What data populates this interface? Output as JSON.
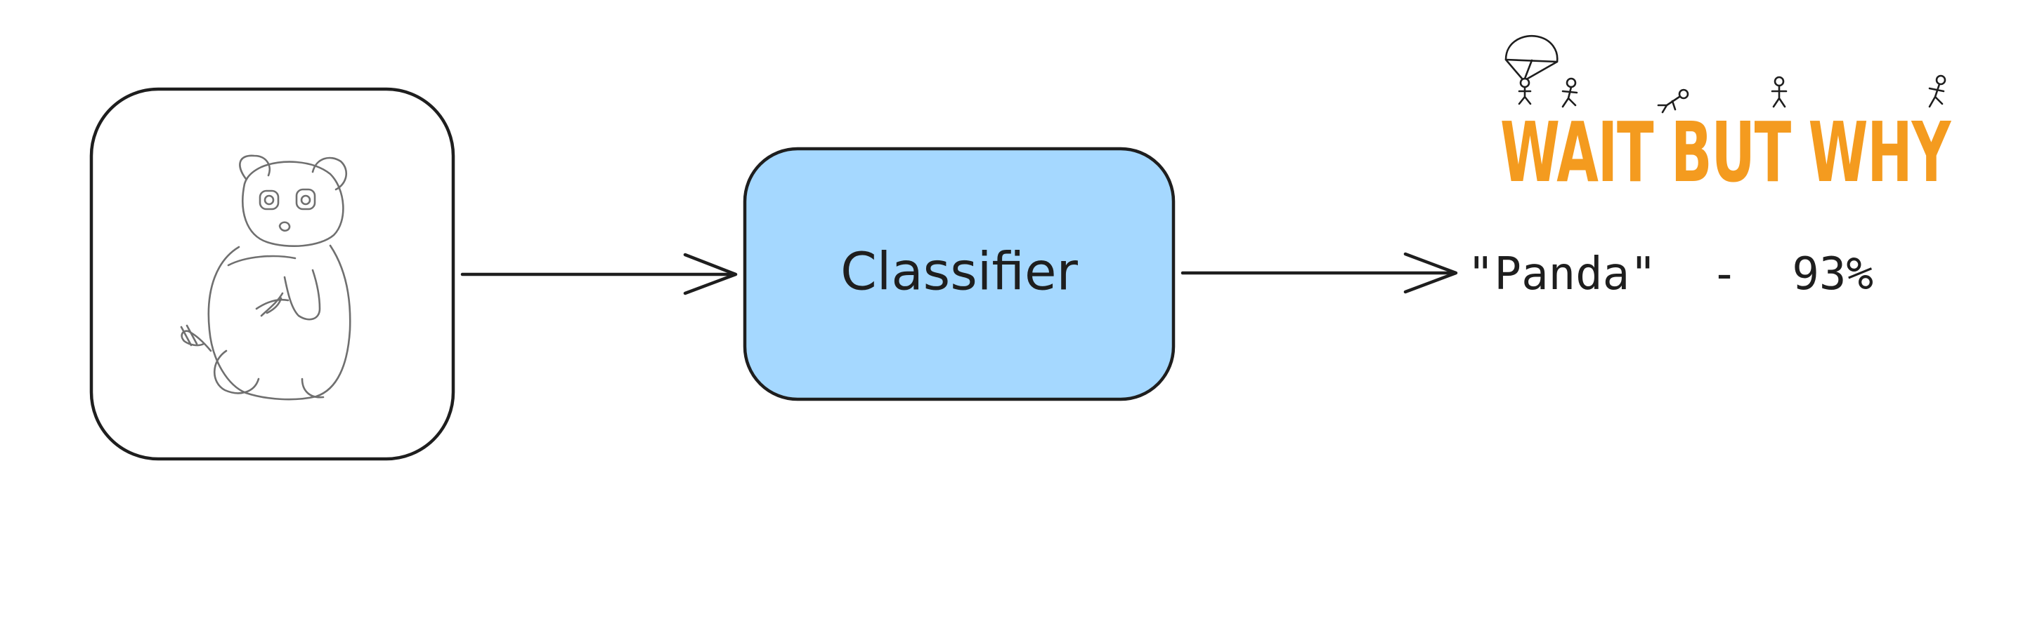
{
  "diagram": {
    "input": {
      "picture": "panda-sketch"
    },
    "classifier": {
      "label": "Classifier",
      "fill_color": "#a5d8ff",
      "stroke_color": "#1e1e1e"
    },
    "output": {
      "label": "\"Panda\"  -  93%"
    },
    "arrows": [
      {
        "from": "input",
        "to": "classifier"
      },
      {
        "from": "classifier",
        "to": "output"
      }
    ]
  },
  "logo": {
    "text": "WAIT BUT WHY",
    "color": "#f49b1f"
  }
}
